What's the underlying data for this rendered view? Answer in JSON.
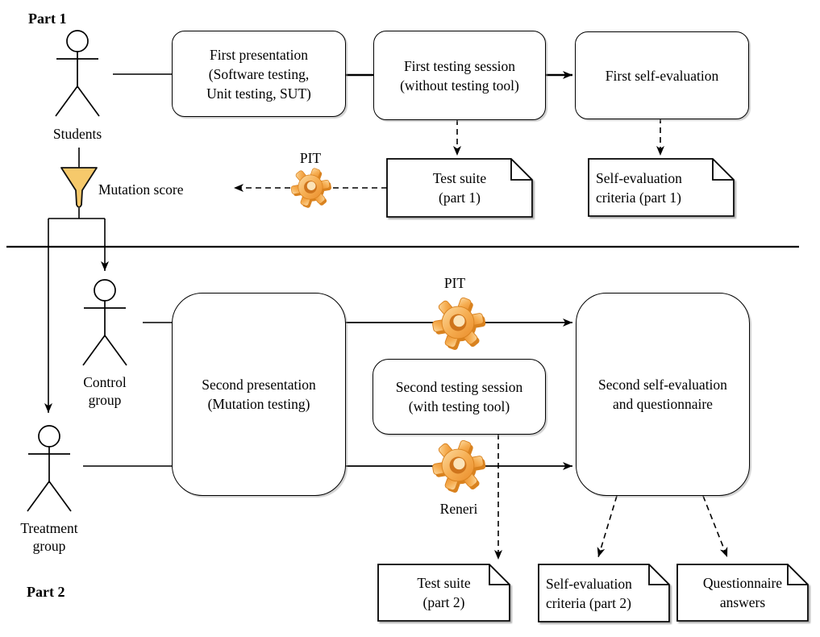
{
  "part1": {
    "section_label": "Part 1",
    "actor_label": "Students",
    "boxes": {
      "first_presentation": [
        "First presentation",
        "(Software testing,",
        "Unit testing, SUT)"
      ],
      "first_testing_session": [
        "First testing session",
        "(without testing tool)"
      ],
      "first_self_evaluation": [
        "First self-evaluation"
      ]
    },
    "docs": {
      "test_suite": [
        "Test suite",
        "(part 1)"
      ],
      "self_evaluation_criteria": [
        "Self-evaluation",
        "criteria (part 1)"
      ]
    },
    "pit_label": "PIT",
    "mutation_score_label": "Mutation score"
  },
  "part2": {
    "section_label": "Part 2",
    "control_group_label": [
      "Control",
      "group"
    ],
    "treatment_group_label": [
      "Treatment",
      "group"
    ],
    "boxes": {
      "second_presentation": [
        "Second presentation",
        "(Mutation testing)"
      ],
      "second_testing_session": [
        "Second testing session",
        "(with testing tool)"
      ],
      "second_self_evaluation": [
        "Second self-evaluation",
        "and questionnaire"
      ]
    },
    "docs": {
      "test_suite": [
        "Test suite",
        "(part 2)"
      ],
      "self_evaluation_criteria": [
        "Self-evaluation",
        "criteria (part 2)"
      ],
      "questionnaire_answers": [
        "Questionnaire",
        "answers"
      ]
    },
    "pit_label": "PIT",
    "reneri_label": "Reneri"
  },
  "icons": {
    "gear": "gear-icon",
    "funnel": "funnel-icon",
    "actor": "stick-figure-icon",
    "document": "document-icon"
  },
  "colors": {
    "funnel_fill": "#F6C96B",
    "gear_orange": "#F2A648",
    "gear_dark": "#D9821F",
    "line": "#000000",
    "background": "#FFFFFF"
  }
}
